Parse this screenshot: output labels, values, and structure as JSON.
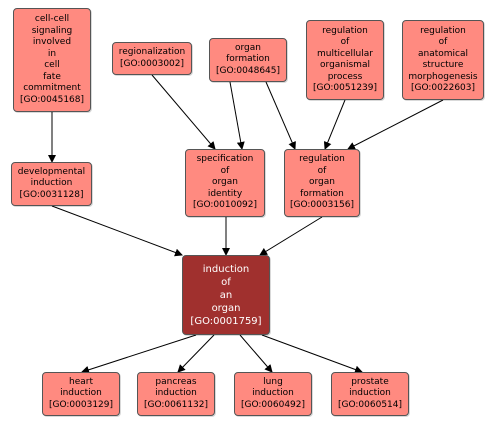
{
  "nodes": [
    {
      "id": "GO:0045168",
      "label": "cell-cell\nsignaling\ninvolved\nin\ncell\nfate\ncommitment\n[GO:0045168]"
    },
    {
      "id": "GO:0003002",
      "label": "regionalization\n[GO:0003002]"
    },
    {
      "id": "GO:0048645",
      "label": "organ\nformation\n[GO:0048645]"
    },
    {
      "id": "GO:0051239",
      "label": "regulation\nof\nmulticellular\norganismal\nprocess\n[GO:0051239]"
    },
    {
      "id": "GO:0022603",
      "label": "regulation\nof\nanatomical\nstructure\nmorphogenesis\n[GO:0022603]"
    },
    {
      "id": "GO:0031128",
      "label": "developmental\ninduction\n[GO:0031128]"
    },
    {
      "id": "GO:0010092",
      "label": "specification\nof\norgan\nidentity\n[GO:0010092]"
    },
    {
      "id": "GO:0003156",
      "label": "regulation\nof\norgan\nformation\n[GO:0003156]"
    },
    {
      "id": "GO:0001759",
      "label": "induction\nof\nan\norgan\n[GO:0001759]",
      "focus": true
    },
    {
      "id": "GO:0003129",
      "label": "heart\ninduction\n[GO:0003129]"
    },
    {
      "id": "GO:0061132",
      "label": "pancreas\ninduction\n[GO:0061132]"
    },
    {
      "id": "GO:0060492",
      "label": "lung\ninduction\n[GO:0060492]"
    },
    {
      "id": "GO:0060514",
      "label": "prostate\ninduction\n[GO:0060514]"
    }
  ],
  "edges": [
    [
      "GO:0045168",
      "GO:0031128"
    ],
    [
      "GO:0003002",
      "GO:0010092"
    ],
    [
      "GO:0048645",
      "GO:0010092"
    ],
    [
      "GO:0048645",
      "GO:0003156"
    ],
    [
      "GO:0051239",
      "GO:0003156"
    ],
    [
      "GO:0022603",
      "GO:0003156"
    ],
    [
      "GO:0031128",
      "GO:0001759"
    ],
    [
      "GO:0010092",
      "GO:0001759"
    ],
    [
      "GO:0003156",
      "GO:0001759"
    ],
    [
      "GO:0001759",
      "GO:0003129"
    ],
    [
      "GO:0001759",
      "GO:0061132"
    ],
    [
      "GO:0001759",
      "GO:0060492"
    ],
    [
      "GO:0001759",
      "GO:0060514"
    ]
  ],
  "colors": {
    "node_fill": "#ff8a80",
    "focus_fill": "#a0302e",
    "edge": "#000000"
  }
}
